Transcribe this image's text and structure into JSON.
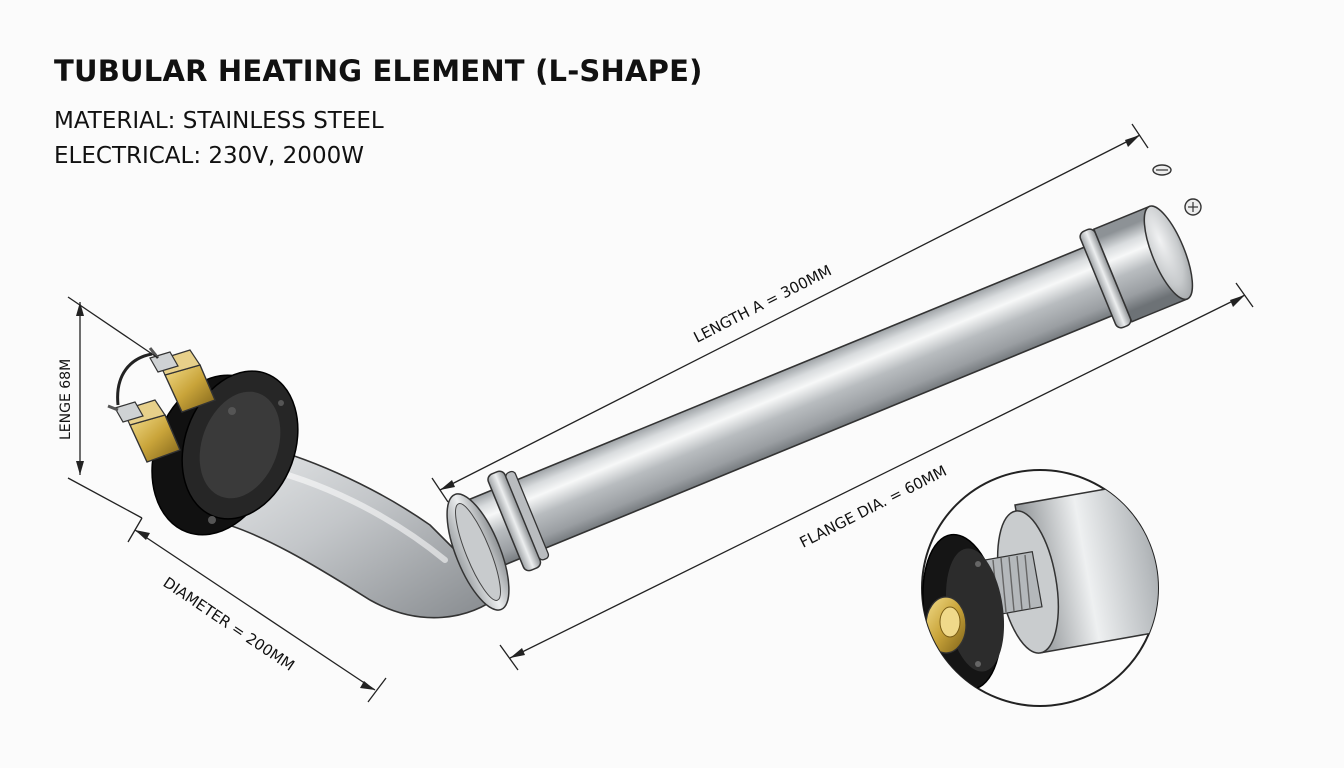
{
  "header": {
    "title": "TUBULAR HEATING ELEMENT (L-SHAPE)",
    "material": "MATERIAL: STAINLESS STEEL",
    "electrical": "ELECTRICAL: 230V, 2000W"
  },
  "dimensions": {
    "length_a": "LENGTH A = 300MM",
    "flange_dia": "FLANGE DIA. = 60MM",
    "diameter": "DIAMETER = 200MM",
    "height": "LENGE 68M"
  },
  "colors": {
    "steel": "#c4c7ca",
    "brass": "#c9a43a",
    "rubber": "#1c1c1c",
    "line": "#222222"
  }
}
